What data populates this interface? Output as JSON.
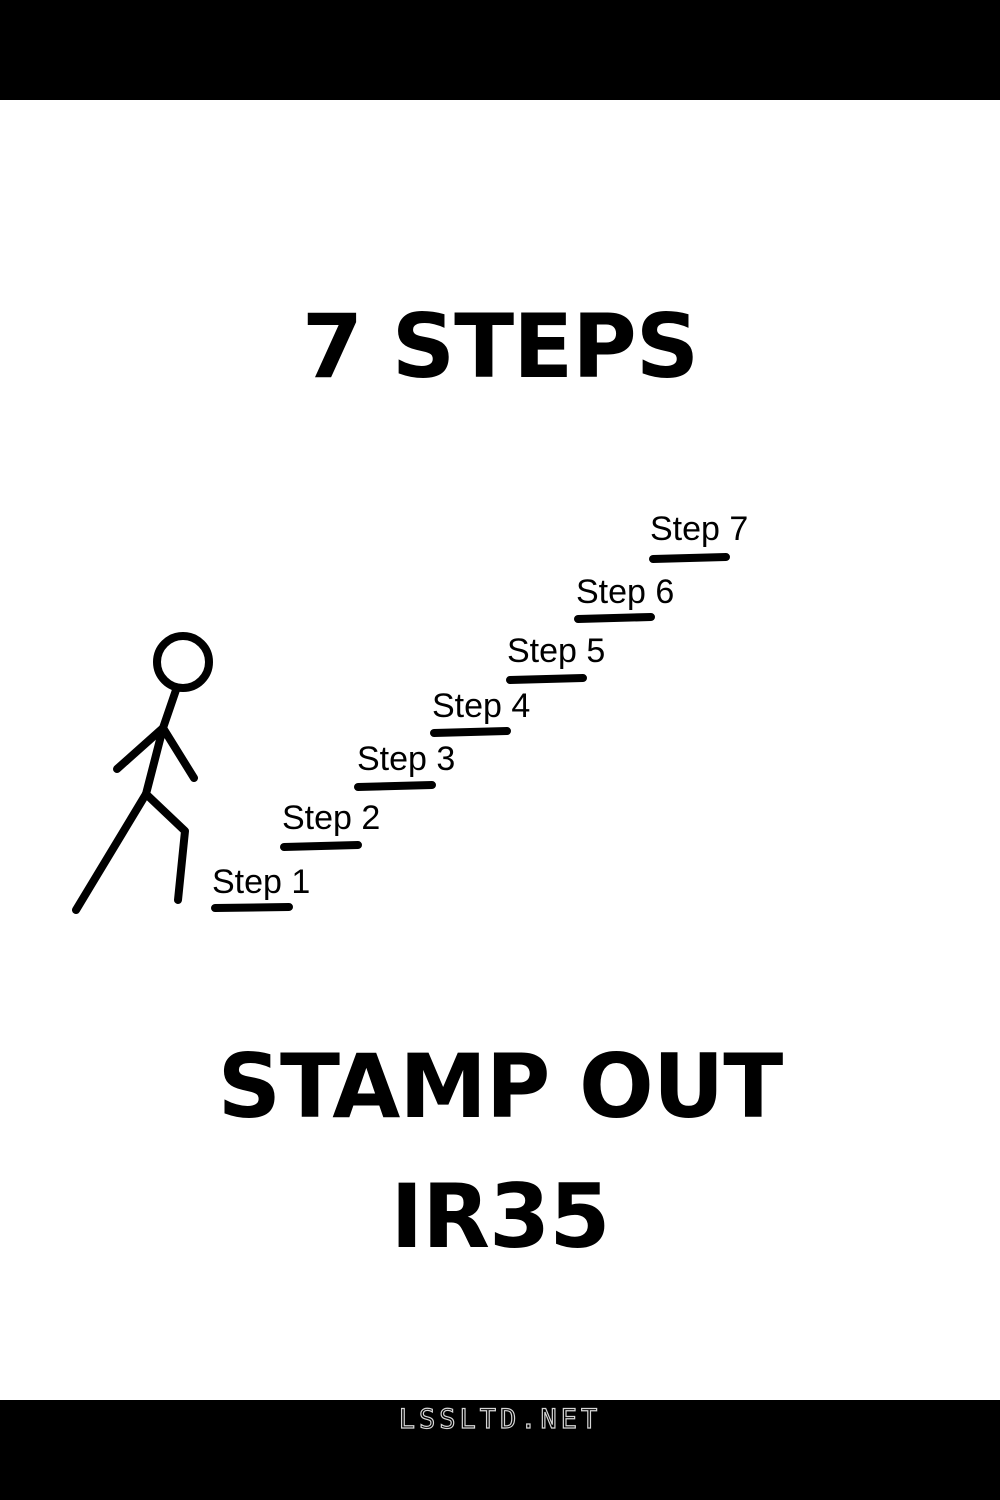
{
  "headline": {
    "top": "7 STEPS",
    "bottom_line1": "STAMP OUT",
    "bottom_line2": "IR35"
  },
  "steps": [
    {
      "label": "Step 1"
    },
    {
      "label": "Step 2"
    },
    {
      "label": "Step 3"
    },
    {
      "label": "Step 4"
    },
    {
      "label": "Step 5"
    },
    {
      "label": "Step 6"
    },
    {
      "label": "Step 7"
    }
  ],
  "footer": {
    "site": "LSSLTD.NET"
  },
  "colors": {
    "background": "#ffffff",
    "bars": "#000000",
    "ink": "#000000"
  },
  "icons": {
    "figure": "stick-figure-icon"
  }
}
